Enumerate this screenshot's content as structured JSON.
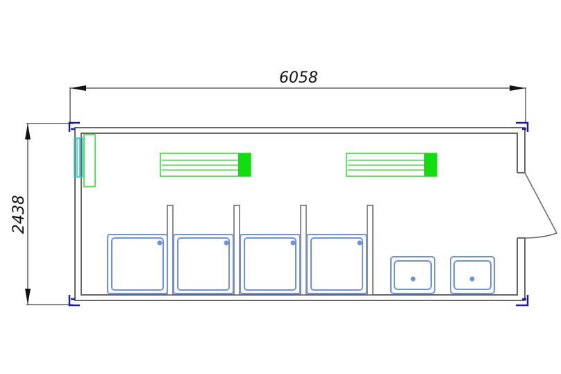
{
  "dimensions": {
    "length_label": "6058",
    "width_label": "2438"
  },
  "colors": {
    "wall": "#666666",
    "dimension_line": "#111111",
    "corner_fitting": "#1a1aa6",
    "fixture": "#6f8ff0",
    "heater": "#22dd22",
    "heater_fill": "#11dd11",
    "window": "#22cccc"
  },
  "fixtures": {
    "toilet_stall_count": 4,
    "washbasin_count": 2,
    "heater_count": 2
  },
  "icons": {
    "door": "door-swing-icon",
    "window": "window-icon"
  }
}
